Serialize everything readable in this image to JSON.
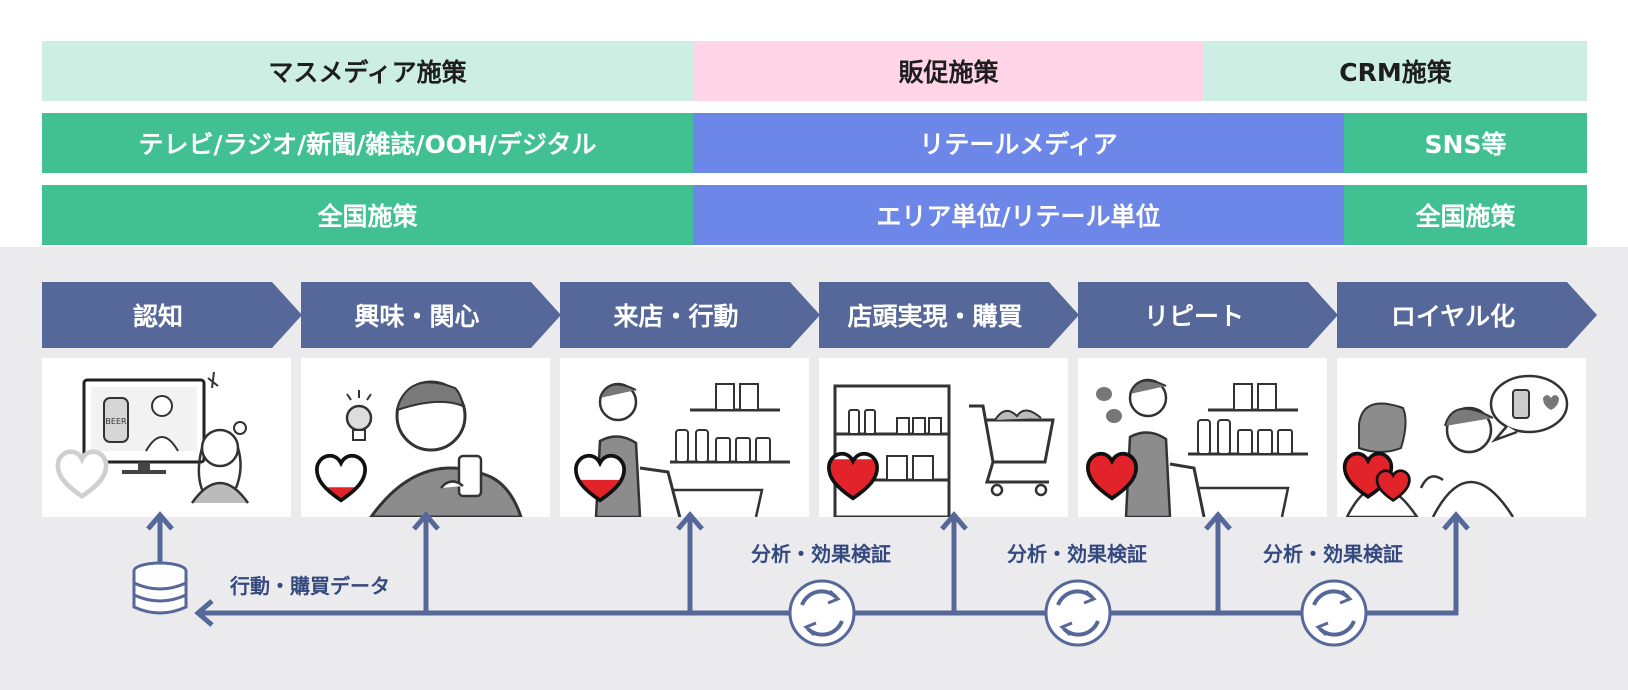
{
  "top_rows": {
    "row1": [
      {
        "label": "マスメディア施策",
        "color": "#cdeee3"
      },
      {
        "label": "販促施策",
        "color": "#ffd5e7"
      },
      {
        "label": "CRM施策",
        "color": "#cdeee3"
      }
    ],
    "row2": [
      {
        "label": "テレビ/ラジオ/新聞/雑誌/OOH/デジタル",
        "color": "#41c192"
      },
      {
        "label": "リテールメディア",
        "color": "#6c87e8"
      },
      {
        "label": "SNS等",
        "color": "#41c192"
      }
    ],
    "row3": [
      {
        "label": "全国施策",
        "color": "#41c192"
      },
      {
        "label": "エリア単位/リテール単位",
        "color": "#6c87e8"
      },
      {
        "label": "全国施策",
        "color": "#41c192"
      }
    ]
  },
  "stages": [
    {
      "label": "認知",
      "heart_fill": 0
    },
    {
      "label": "興味・関心",
      "heart_fill": 0.3
    },
    {
      "label": "来店・行動",
      "heart_fill": 0.45
    },
    {
      "label": "店頭実現・購買",
      "heart_fill": 0.8
    },
    {
      "label": "リピート",
      "heart_fill": 1
    },
    {
      "label": "ロイヤル化",
      "heart_fill": 1
    }
  ],
  "flow": {
    "data_label": "行動・購買データ",
    "analysis_label": "分析・効果検証",
    "database_icon": "database-icon",
    "cycle_icon": "cycle-arrows-icon"
  },
  "card_text": {
    "beer_can": "BEER"
  },
  "colors": {
    "stage_bg": "#566899",
    "arrow": "#566899",
    "text_navy": "#34497f",
    "heart_red": "#e3232a",
    "lower_bg": "#ebebed"
  }
}
